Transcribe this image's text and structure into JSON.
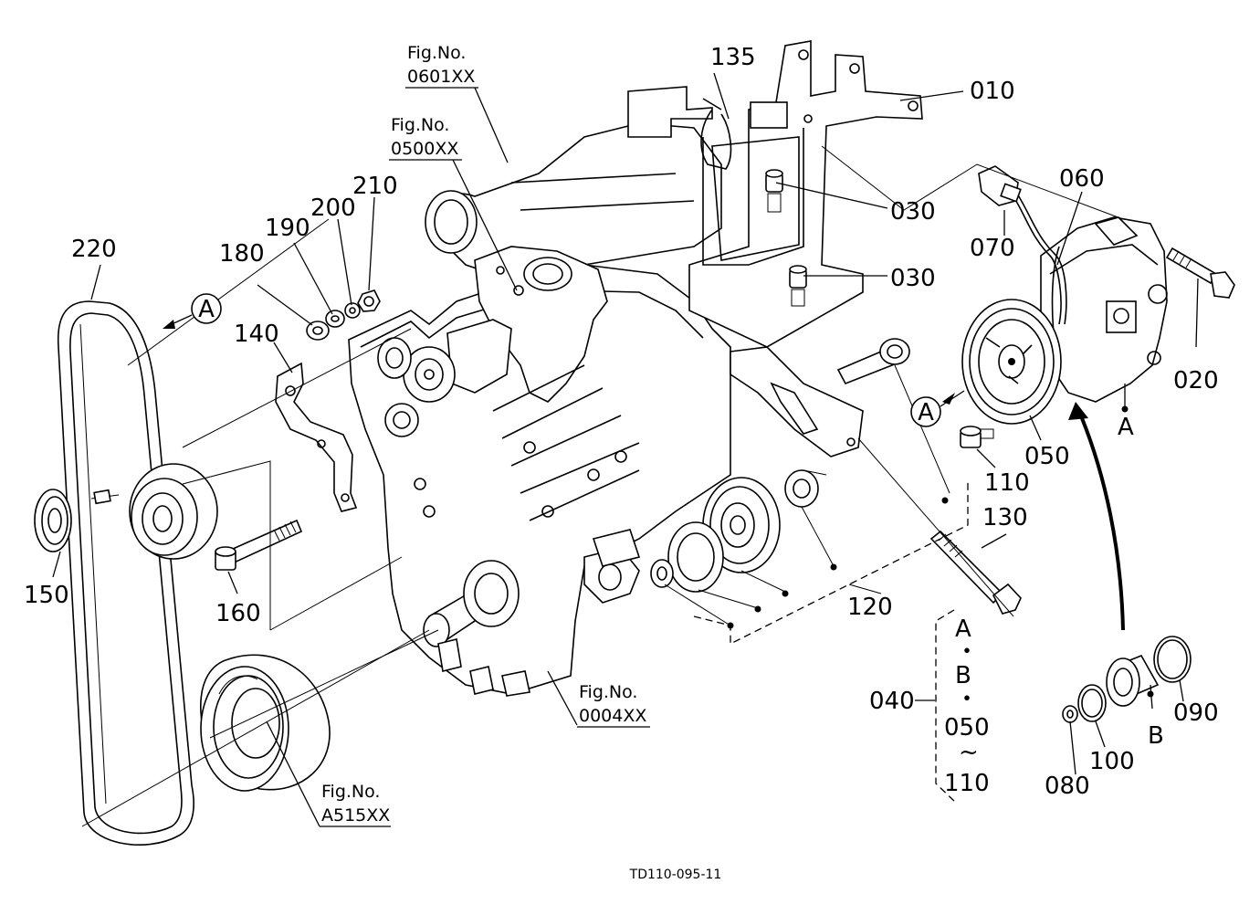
{
  "figure_code": "TD110-095-11",
  "fig_refs": {
    "r0601": {
      "line1": "Fig.No.",
      "line2": "0601XX"
    },
    "r0500": {
      "line1": "Fig.No.",
      "line2": "0500XX"
    },
    "r0004": {
      "line1": "Fig.No.",
      "line2": "0004XX"
    },
    "rA515": {
      "line1": "Fig.No.",
      "line2": "A515XX"
    }
  },
  "callouts": {
    "p010": "010",
    "p020": "020",
    "p030a": "030",
    "p030b": "030",
    "p050": "050",
    "p060": "060",
    "p070": "070",
    "p080": "080",
    "p090": "090",
    "p100": "100",
    "p110": "110",
    "p120": "120",
    "p130": "130",
    "p135": "135",
    "p140": "140",
    "p150": "150",
    "p160": "160",
    "p180": "180",
    "p190": "190",
    "p200": "200",
    "p210": "210",
    "p220": "220"
  },
  "markers": {
    "arrowA1": "A",
    "arrowA2": "A",
    "subA": "A",
    "subB": "B"
  },
  "assembly_040": {
    "label": "040",
    "item1": "A",
    "sep1": "・",
    "item2": "B",
    "sep2": "・",
    "item3": "050",
    "tilde": "~",
    "item4": "110"
  }
}
